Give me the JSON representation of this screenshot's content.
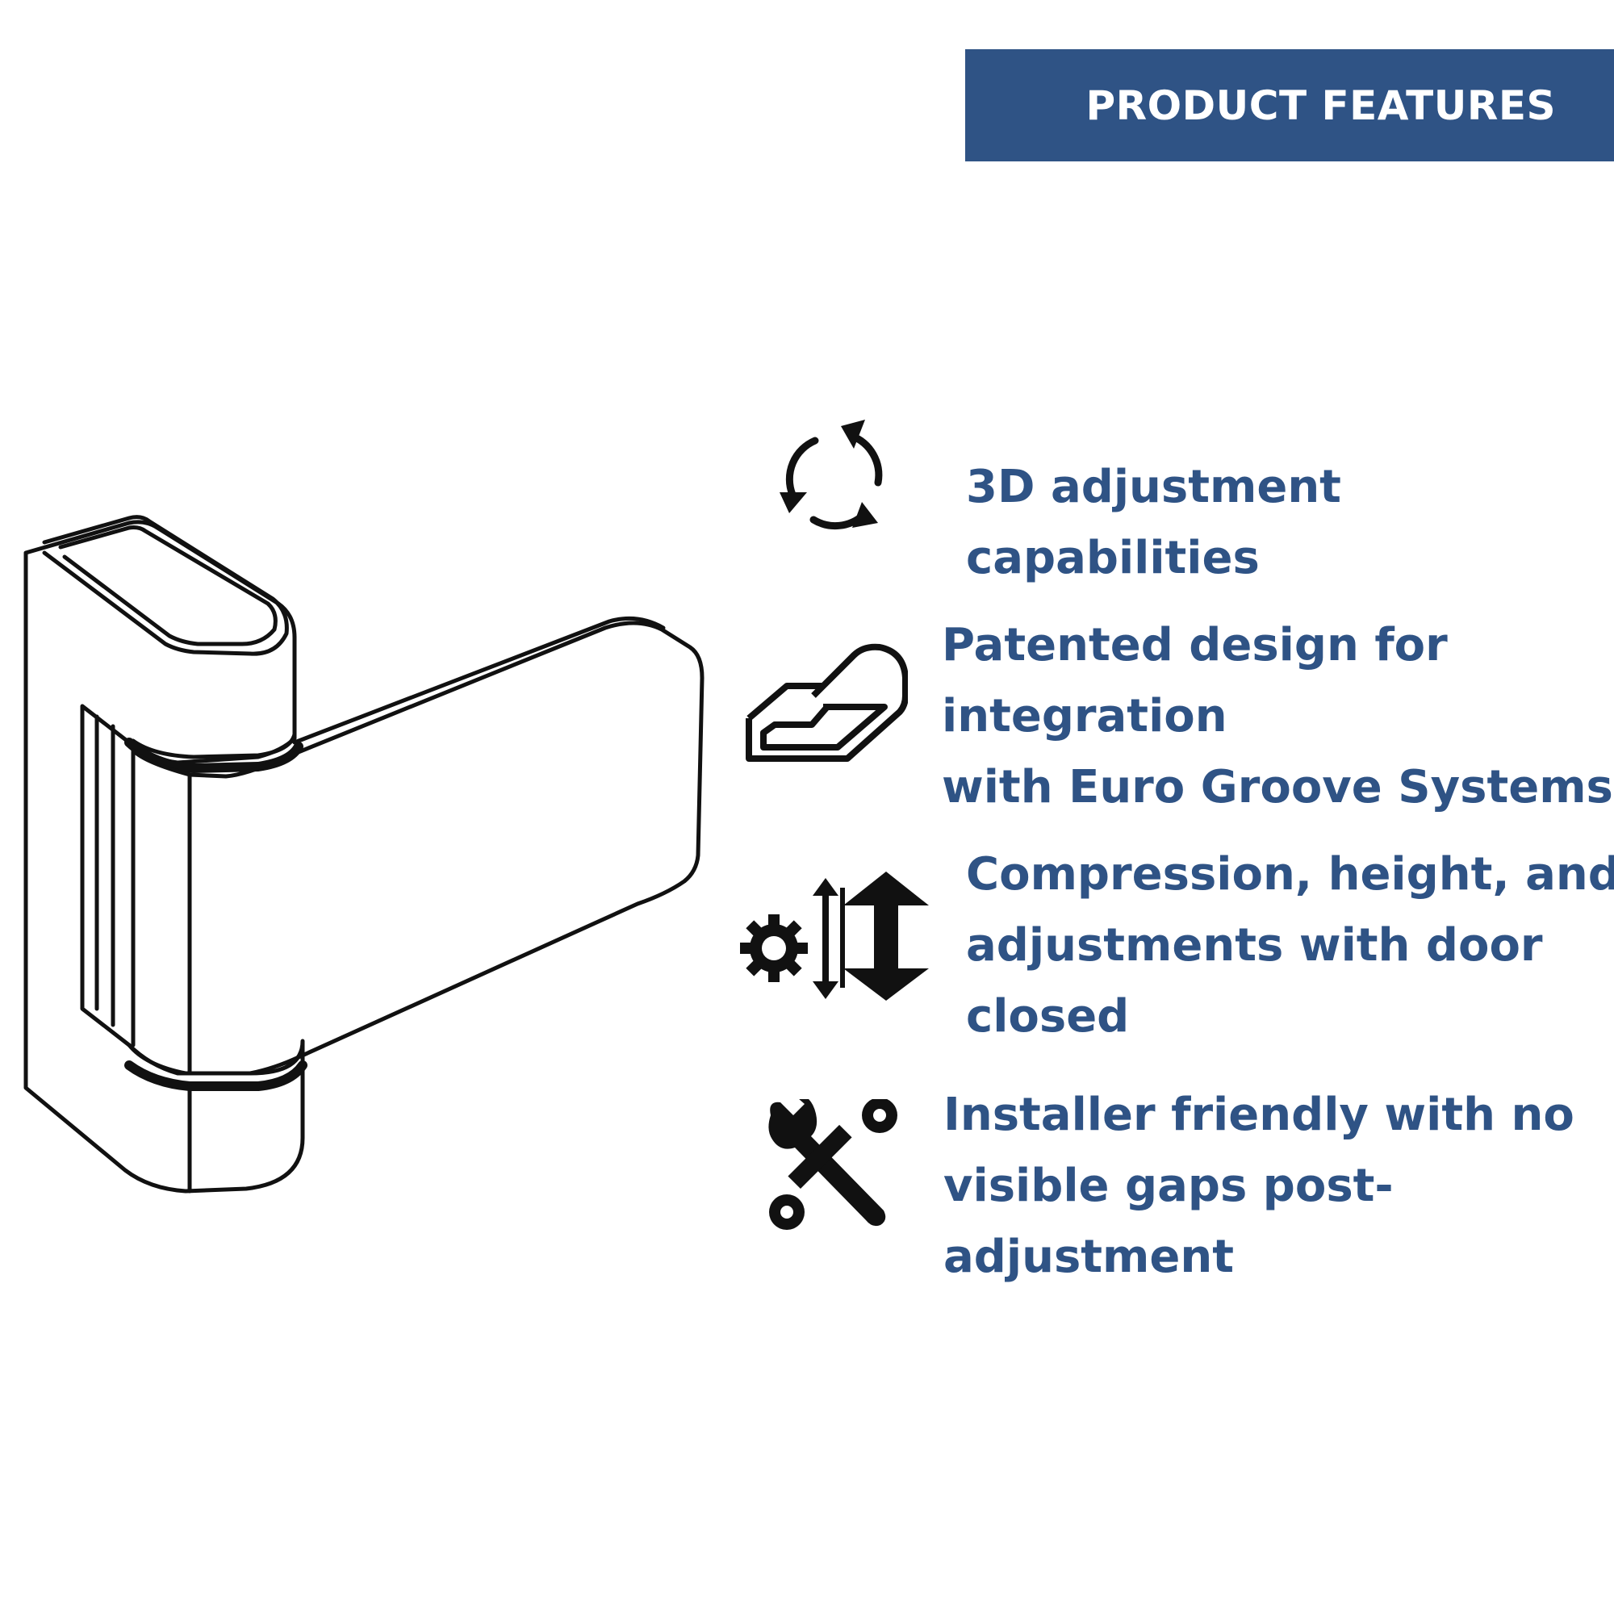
{
  "banner": {
    "title": "PRODUCT FEATURES",
    "color": "#2f5385"
  },
  "illustration": {
    "name": "door-hinge-illustration"
  },
  "features": [
    {
      "icon": "rotate-arrows-icon",
      "lines": [
        "3D adjustment",
        "capabilities"
      ]
    },
    {
      "icon": "euro-groove-profile-icon",
      "lines": [
        "Patented design for",
        "integration",
        "with Euro Groove Systems"
      ]
    },
    {
      "icon": "gear-height-adjust-icon",
      "lines": [
        "Compression, height, and",
        "adjustments with door",
        "closed"
      ]
    },
    {
      "icon": "wrench-tools-icon",
      "lines": [
        "Installer friendly with no",
        "visible gaps post-",
        "adjustment"
      ]
    }
  ],
  "text_color": "#2f5385"
}
